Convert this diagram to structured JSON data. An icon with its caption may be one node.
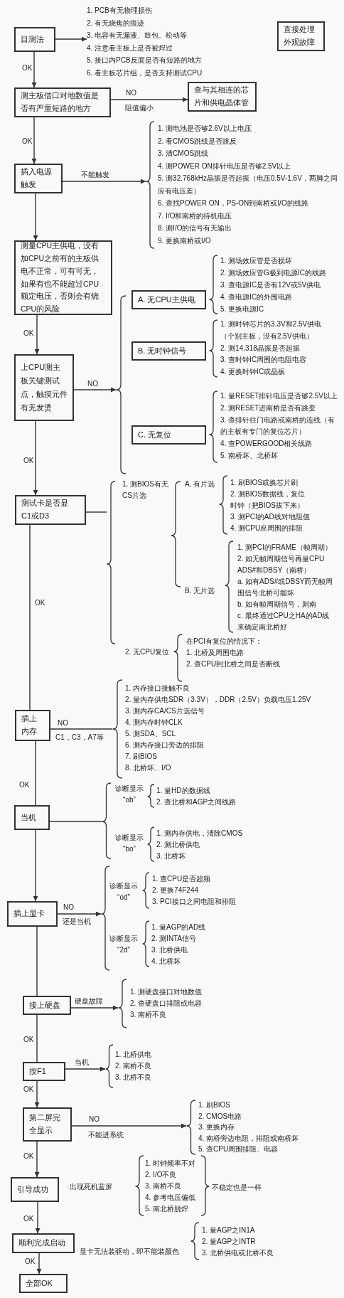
{
  "diagram": {
    "nodes": [
      {
        "text": [
          "目测法"
        ]
      },
      {
        "text": [
          "1. PCB有无物理损伤",
          "2. 有无烧焦的痕迹",
          "3. 电容有无漏液、鼓包、松动等",
          "4. 注意看主板上是否被焊过",
          "5. 接口内PCB反面是否有短路的地方",
          "6. 看主板芯片组，是否支持测试CPU"
        ]
      },
      {
        "text": [
          "直接处理外观故障"
        ]
      },
      {
        "text": [
          "测主板借口对地数值是否有严重短路的地方"
        ]
      },
      {
        "text": [
          "查与其相连的芯片和供电晶体管"
        ]
      },
      {
        "text": [
          "插入电源触发"
        ]
      },
      {
        "text": [
          "1. 测电池是否够2.6V以上电压",
          "2. 看CMOS跳线是否跳反",
          "3. 清CMOS跳线",
          "4. 测POWER ON排针电压是否够2.5V以上",
          "5. 测32.768kHz晶振是否起振（电压0.5V-1.6V，两脚之间应有电压差）",
          "6. 查找POWER ON，PS-ON到南桥或I/O的线路",
          "7. I/O和南桥的待机电压",
          "8. 测I/O的信号有无输出",
          "9. 更换南桥或I/O"
        ]
      },
      {
        "text": [
          "测量CPU主供电，没有加CPU之前有的主板供电不正常，可有可无，如果有也不能超过CPU额定电压，否则会有烧CPU的风险"
        ]
      },
      {
        "text": [
          "上CPU测主板关键测试点，触摸元件有无发烫"
        ]
      },
      {
        "text": [],
        "shape": "brace"
      },
      {
        "text": [
          "A. 无CPU主供电"
        ],
        "beside": [
          "1. 测场效应管是否损坏",
          "2. 测场效应管G极到电源IC的线路",
          "3. 查电源IC是否有12V或5V供电",
          "4. 查电源IC的外围电路",
          "5. 更换电源IC"
        ]
      },
      {
        "text": [
          "B. 无时钟信号"
        ],
        "beside": [
          "1. 测时钟芯片的3.3V和2.5V供电（个别主板，没有2.5V供电）",
          "2. 测14.318晶振是否起振",
          "3. 查时钟IC周围的电阻电容",
          "4. 更换时钟IC或晶振"
        ]
      },
      {
        "text": [
          "C. 无复位"
        ],
        "beside": [
          "1. 量RESET排针电压是否够2.5V以上",
          "2. 测RESET进南桥是否有跳变",
          "3. 查排针往门电路或南桥的连线（有的主板有专门的复位芯片）",
          "4. 查POWERGOOD相关线路",
          "5. 南桥坏、北桥坏"
        ]
      },
      {
        "text": [
          "测试卡是否显C1或D3"
        ]
      },
      {
        "text": [],
        "shape": "brace"
      },
      {
        "text": [
          "插上内存"
        ]
      },
      {
        "text": [
          "1. 内存接口接触不良",
          "2. 量内存供电SDR（3.3V），DDR（2.5V）负载电压1.25V",
          "3. 测内存CA/CS片选信号",
          "4. 测内存时钟CLK",
          "5. 测SDA、SCL",
          "6. 测内存接口旁边的排阻",
          "7. 刷BIOS",
          "8. 北桥坏、I/O"
        ]
      },
      {
        "text": [
          "当机"
        ]
      },
      {
        "text": [],
        "shape": "brace"
      },
      {
        "text": [
          "插上显卡"
        ]
      },
      {
        "text": [],
        "shape": "brace"
      },
      {
        "text": [
          "接上硬盘"
        ]
      },
      {
        "text": [
          "1. 测硬盘接口对地数值",
          "2. 查硬盘口排阻或电容",
          "3. 南桥不良"
        ]
      },
      {
        "text": [
          "按F1"
        ]
      },
      {
        "text": [
          "1. 北桥供电",
          "2. 南桥不良",
          "3. 北桥不良"
        ]
      },
      {
        "text": [
          "第二屏完全显示"
        ]
      },
      {
        "text": [
          "1. 刷BIOS",
          "2. CMOS电路",
          "3. 更换内存",
          "4. 南桥旁边电阻，排阻或南桥坏",
          "5. 查CPU周围排阻、电容"
        ]
      },
      {
        "text": [
          "引导成功"
        ]
      },
      {
        "text": [
          "顺利完成启动"
        ]
      },
      {
        "text": [
          "全部OK"
        ]
      }
    ],
    "edges": [
      {
        "from": 0,
        "to": 1,
        "arrow": "to"
      },
      {
        "from": 0,
        "to": 3,
        "arrow": "to",
        "label": "OK"
      },
      {
        "from": 3,
        "to": 4,
        "arrow": "to",
        "label": "NO"
      },
      {
        "from": 3,
        "to": 5,
        "arrow": "to",
        "label": "OK"
      },
      {
        "from": 5,
        "to": 6,
        "arrow": "to",
        "label": "不能触发"
      },
      {
        "from": 5,
        "to": 7,
        "arrow": "to"
      },
      {
        "from": 7,
        "to": 8,
        "arrow": "to",
        "label": "OK"
      },
      {
        "from": 8,
        "to": 9,
        "arrow": "to",
        "label": "NO"
      },
      {
        "from": 8,
        "to": 13,
        "arrow": "to",
        "label": "OK"
      },
      {
        "from": 13,
        "to": 14,
        "arrow": "none"
      },
      {
        "from": 13,
        "to": 15,
        "arrow": "none",
        "label": "OK"
      },
      {
        "from": 15,
        "to": 16,
        "arrow": "none",
        "label": "NO"
      },
      {
        "from": 15,
        "to": 17,
        "arrow": "none",
        "label": "OK"
      },
      {
        "from": 17,
        "to": 18,
        "arrow": "none"
      },
      {
        "from": 17,
        "to": 19,
        "arrow": "to"
      },
      {
        "from": 19,
        "to": 20,
        "arrow": "to",
        "label": "NO"
      },
      {
        "from": 19,
        "to": 21,
        "arrow": "none"
      },
      {
        "from": 21,
        "to": 22,
        "arrow": "to",
        "label": "硬盘故障"
      },
      {
        "from": 21,
        "to": 23,
        "arrow": "none",
        "label": "OK"
      },
      {
        "from": 23,
        "to": 24,
        "arrow": "to",
        "label": "当机"
      },
      {
        "from": 23,
        "to": 25,
        "arrow": "to",
        "label": "OK"
      },
      {
        "from": 25,
        "to": 26,
        "arrow": "to",
        "label": "NO"
      },
      {
        "from": 25,
        "to": 27,
        "arrow": "to",
        "label": "OK"
      },
      {
        "from": 27,
        "to": 28,
        "arrow": "to",
        "label": "OK"
      },
      {
        "from": 28,
        "to": 29,
        "arrow": "to",
        "label": "OK"
      }
    ],
    "labels": [
      "阻值偏小",
      "1. 测BIOS有无CS片选",
      "A. 有片选",
      "1. 刷BIOS或换芯片刷",
      "2. 测BIOS数据线，复位时钟（把BIOS拔下来）",
      "3. 测PCI的AD线对地阻值",
      "4. 测CPU座周围的排阻",
      "B. 无片选",
      "1. 测PCI的FRAME（帧周期）",
      "2. 如无帧周期信号再量CPU ADS#和DBSY（南桥）",
      "a. 如有ADS#或DBSY而无帧周围信号北桥可能坏",
      "b. 如有帧周期信号，则南",
      "c. 最终通过CPU之HA的AD线来确定南北桥好",
      "2. 无CPU复位",
      "在PCI有复位的情况下：",
      "1. 北桥及周围电路",
      "2. 查CPU到北桥之间是否断线",
      "C1，C3，A7等",
      "诊断显示 “ob”",
      "1. 量HD的数据线",
      "2. 查北桥和AGP之间线路",
      "诊断显示 “bo”",
      "1. 测内存供电，清除CMOS",
      "2. 测北桥供电",
      "3. 北桥坏",
      "还是当机",
      "诊断显示 “od”",
      "1. 查CPU是否超频",
      "2. 更换74F244",
      "3. PCI接口之间电阻和排阻",
      "诊断显示 “2d”",
      "1. 量AGP的AD线",
      "2. 测INTA信号",
      "3. 北桥供电",
      "4. 北桥坏",
      "不能进系统",
      "出现死机蓝屏",
      "1. 时钟频率不对",
      "2. I/O不良",
      "3. 南桥不良",
      "4. 参考电压偏低",
      "5. 南北桥脱焊",
      "不稳定也是一样",
      "显卡无法装驱动，即不能装颜色",
      "1. 量AGP之IN1A",
      "2. 量AGP之INTR",
      "3. 北桥供电或北桥不良"
    ]
  }
}
